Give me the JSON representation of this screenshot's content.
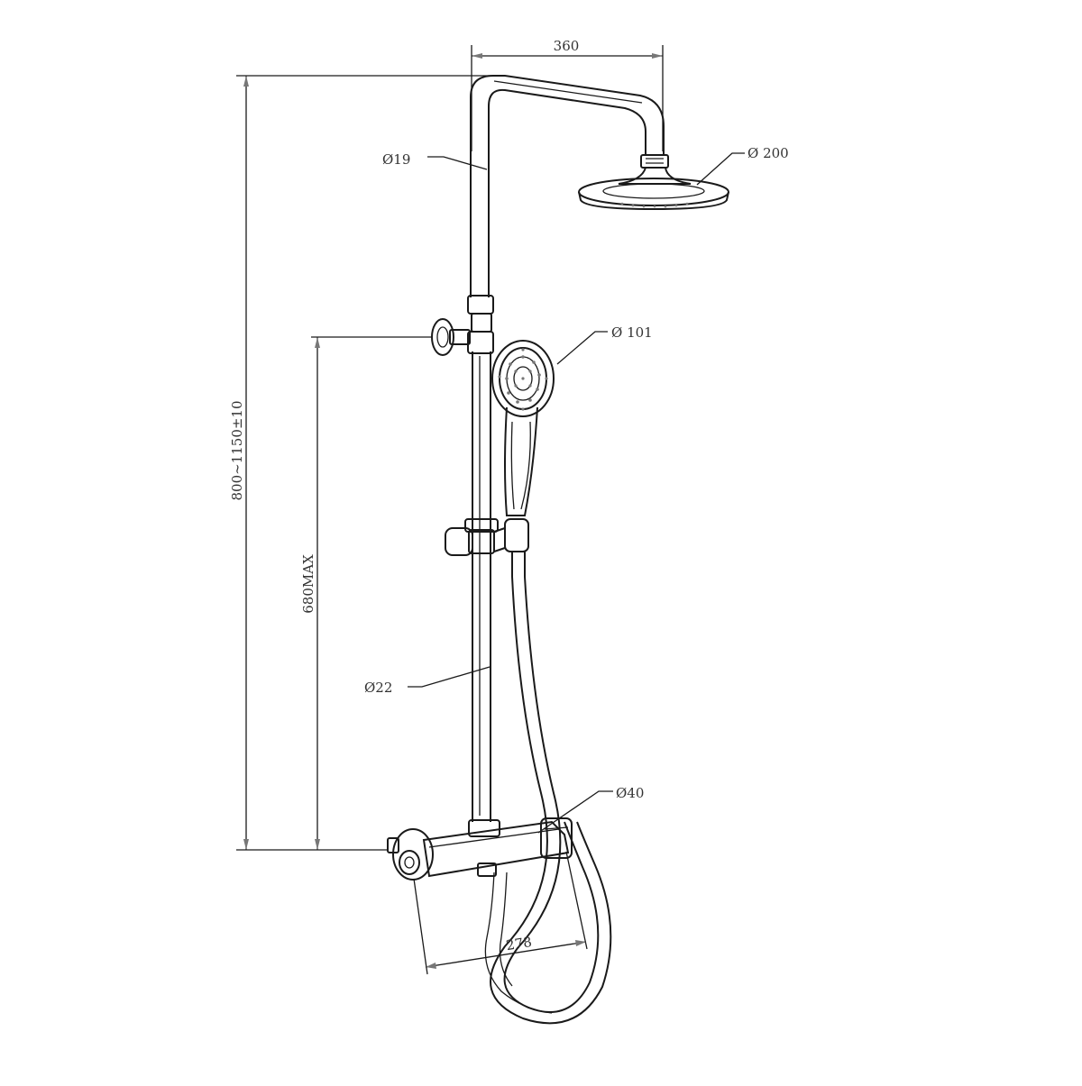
{
  "diagram": {
    "colors": {
      "line": "#1a1a1a",
      "text": "#333333",
      "shade": "#777777",
      "background": "#ffffff"
    },
    "dimensions": {
      "top_arm_width": "360",
      "overhead_diameter": "Ø 200",
      "top_pipe_diameter": "Ø19",
      "hand_shower_diameter": "Ø 101",
      "total_height": "800~1150±10",
      "slide_rail_height": "680MAX",
      "lower_pipe_diameter": "Ø22",
      "valve_diameter": "Ø40",
      "valve_width": "278"
    }
  }
}
